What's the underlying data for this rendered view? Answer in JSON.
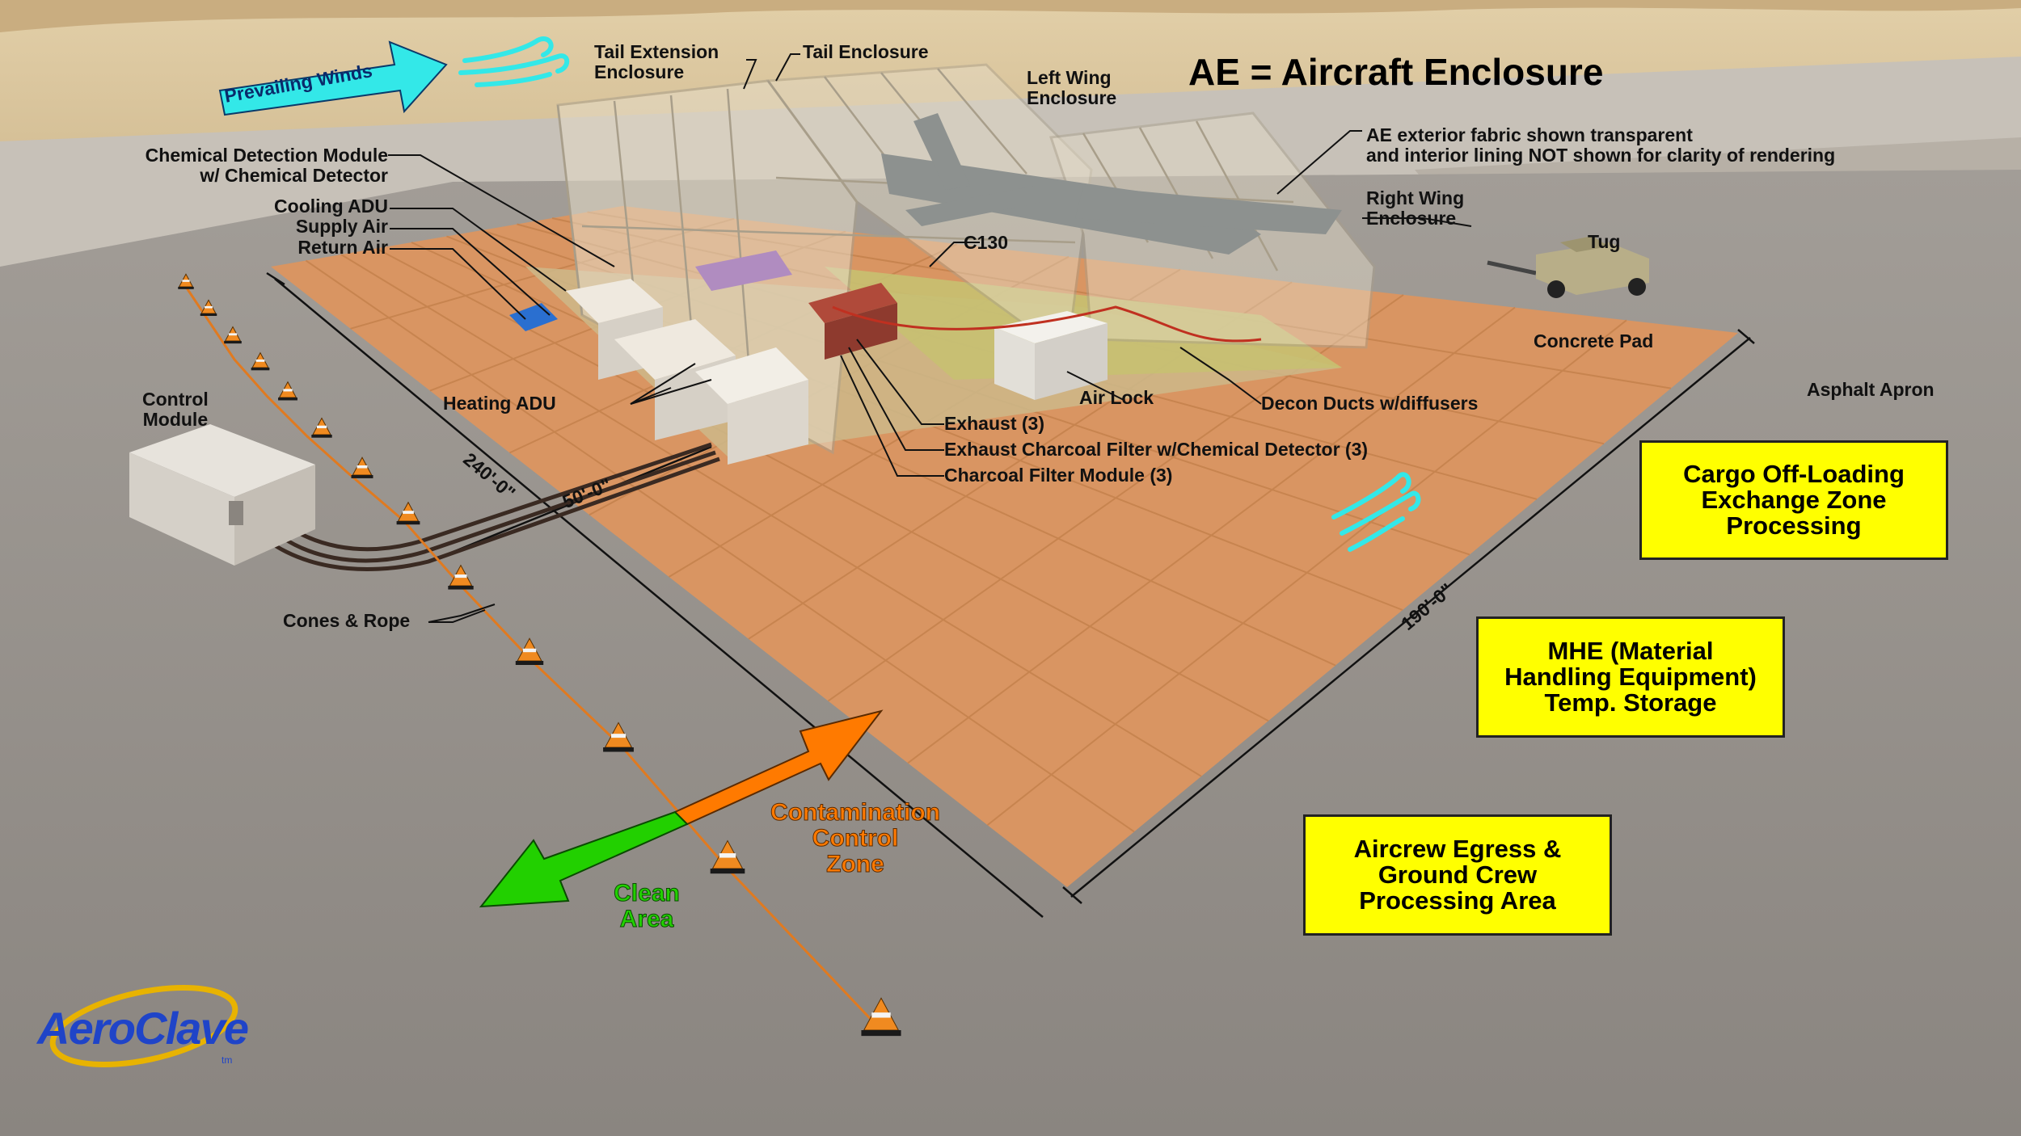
{
  "title": "AE = Aircraft Enclosure",
  "prevailing_winds": "Prevailing Winds",
  "labels": {
    "tail_extension": "Tail Extension\nEnclosure",
    "tail_enclosure": "Tail Enclosure",
    "left_wing": "Left Wing\nEnclosure",
    "right_wing": "Right Wing\nEnclosure",
    "ae_fabric_note": "AE exterior fabric shown transparent\nand interior lining NOT shown for clarity of rendering",
    "chem_detect": "Chemical Detection Module\nw/ Chemical Detector",
    "cooling_adu": "Cooling ADU",
    "supply_air": "Supply Air",
    "return_air": "Return Air",
    "c130": "C130",
    "tug": "Tug",
    "concrete_pad": "Concrete Pad",
    "asphalt_apron": "Asphalt Apron",
    "control_module": "Control\nModule",
    "heating_adu": "Heating ADU",
    "air_lock": "Air Lock",
    "decon_ducts": "Decon Ducts w/diffusers",
    "exhaust": "Exhaust (3)",
    "exhaust_filter": "Exhaust Charcoal Filter w/Chemical Detector (3)",
    "charcoal_module": "Charcoal Filter Module (3)",
    "cones_rope": "Cones & Rope"
  },
  "dimensions": {
    "length": "240'-0\"",
    "offset": "50'-0\"",
    "width": "190'-0\""
  },
  "zones": {
    "cargo": "Cargo Off-Loading\nExchange Zone\nProcessing",
    "mhe": "MHE (Material\nHandling Equipment)\nTemp. Storage",
    "aircrew": "Aircrew Egress &\nGround Crew\nProcessing Area",
    "contamination": "Contamination\nControl\nZone",
    "clean": "Clean\nArea"
  },
  "colors": {
    "pad": "#d99562",
    "asphalt": "#8f8b86",
    "sand": "#d8c49c",
    "highlight": "#ffff00",
    "contamination": "#ff7a00",
    "clean": "#22d000",
    "wind_arrow": "#33e8e8",
    "logo_blue": "#1f44c8",
    "logo_gold": "#e8b300"
  },
  "logo": {
    "text": "AeroClave",
    "tm": "tm"
  }
}
